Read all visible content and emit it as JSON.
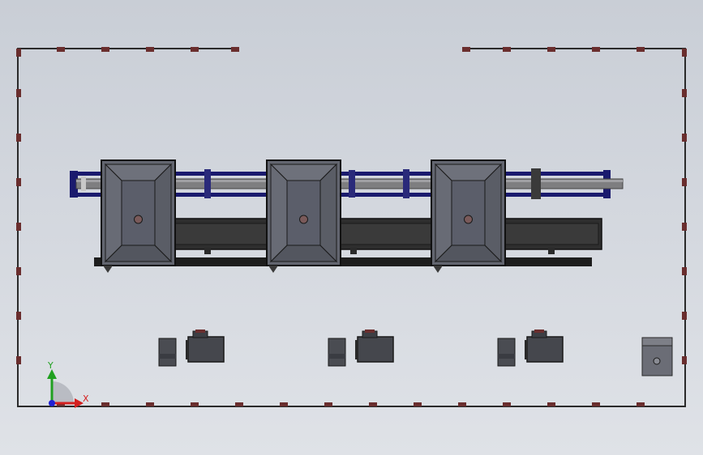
{
  "viewport": {
    "background_top": "#c9ced6",
    "background_bottom": "#dfe2e7"
  },
  "colors": {
    "frame_line": "#2a2a2a",
    "peg": "#6a2e2e",
    "rail": "#1a1a6e",
    "shaft": "#7a7a7a",
    "hopper_face": "#5b5e6a",
    "hopper_edge": "#111111",
    "conveyor": "#2e2e2e",
    "axis_x": "#d42020",
    "axis_y": "#20a020",
    "axis_z": "#2020d4"
  },
  "triad": {
    "x_label": "X",
    "y_label": "Y"
  },
  "components": {
    "hoppers": [
      "hopper-1",
      "hopper-2",
      "hopper-3"
    ],
    "motor_groups": [
      "motor-group-1",
      "motor-group-2",
      "motor-group-3"
    ],
    "control_box": "control-box"
  }
}
